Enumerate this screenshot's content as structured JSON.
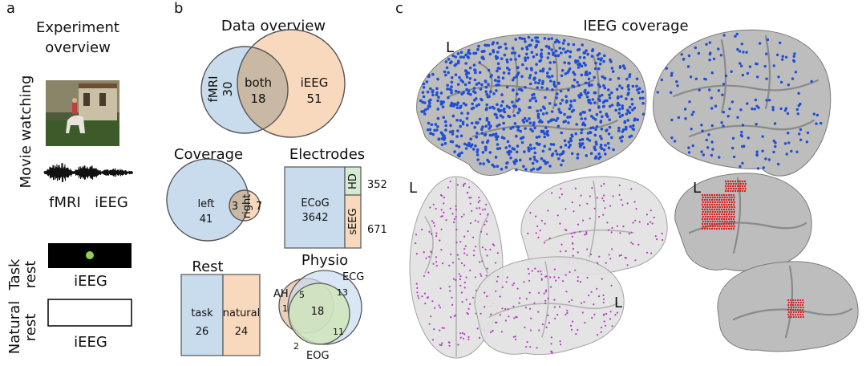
{
  "panels": {
    "a": {
      "letter": "a",
      "title_line1": "Experiment",
      "title_line2": "overview",
      "movie_label": "Movie watching",
      "modality_fmri": "fMRI",
      "modality_ieeg": "iEEG",
      "task_rest_line1": "Task",
      "task_rest_line2": "rest",
      "task_rest_modality": "iEEG",
      "natural_rest_line1": "Natural",
      "natural_rest_line2": "rest",
      "natural_rest_modality": "iEEG"
    },
    "b": {
      "letter": "b",
      "data_overview": {
        "title": "Data overview",
        "fmri_label": "fMRI",
        "fmri_only": "30",
        "both_label": "both",
        "both_count": "18",
        "ieeg_label": "iEEG",
        "ieeg_only": "51"
      },
      "coverage": {
        "title": "Coverage",
        "left_label": "left",
        "left_count": "41",
        "overlap_count": "3",
        "right_label": "right",
        "right_count": "7"
      },
      "electrodes": {
        "title": "Electrodes",
        "ecog_label": "ECoG",
        "ecog_count": "3642",
        "hd_label": "HD",
        "hd_count": "352",
        "seeg_label": "sEEG",
        "seeg_count": "671"
      },
      "rest": {
        "title": "Rest",
        "task_label": "task",
        "task_count": "26",
        "natural_label": "natural",
        "natural_count": "24"
      },
      "physio": {
        "title": "Physio",
        "ah_label": "AH",
        "ecg_label": "ECG",
        "eog_label": "EOG",
        "ah_only": "1",
        "ah_ecg": "5",
        "ecg_only": "13",
        "all_three": "18",
        "ecg_eog": "11",
        "eog_only": "2"
      }
    },
    "c": {
      "letter": "c",
      "title": "IEEG coverage",
      "left_marker_1": "L",
      "left_marker_2": "L",
      "left_marker_3": "L",
      "left_marker_4": "L"
    }
  },
  "colors": {
    "fmri": "#c9dcee",
    "ieeg": "#f9d9bd",
    "both": "#c9b9a4",
    "right": "#e6cfb2",
    "hd": "#d5ebd3",
    "green_circle": "#cfe6b4",
    "ah": "#e7c9b0",
    "electrode_blue": "#1f4fd6",
    "electrode_magenta": "#b83ac4",
    "electrode_red": "#d42020",
    "green_dot": "#8fd14f"
  }
}
